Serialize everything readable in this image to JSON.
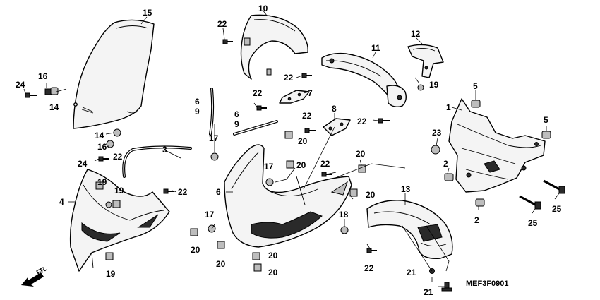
{
  "diagram": {
    "code": "MEF3F0901",
    "direction_label": "FR.",
    "callouts": [
      "15",
      "24",
      "16",
      "14",
      "14",
      "16",
      "24",
      "22",
      "3",
      "19",
      "19",
      "4",
      "22",
      "19",
      "10",
      "22",
      "22",
      "11",
      "12",
      "19",
      "6",
      "9",
      "6",
      "9",
      "22",
      "7",
      "8",
      "22",
      "22",
      "17",
      "20",
      "20",
      "17",
      "20",
      "22",
      "6",
      "20",
      "20",
      "17",
      "18",
      "20",
      "20",
      "13",
      "22",
      "21",
      "21",
      "5",
      "5",
      "1",
      "23",
      "2",
      "2",
      "25",
      "25"
    ]
  }
}
